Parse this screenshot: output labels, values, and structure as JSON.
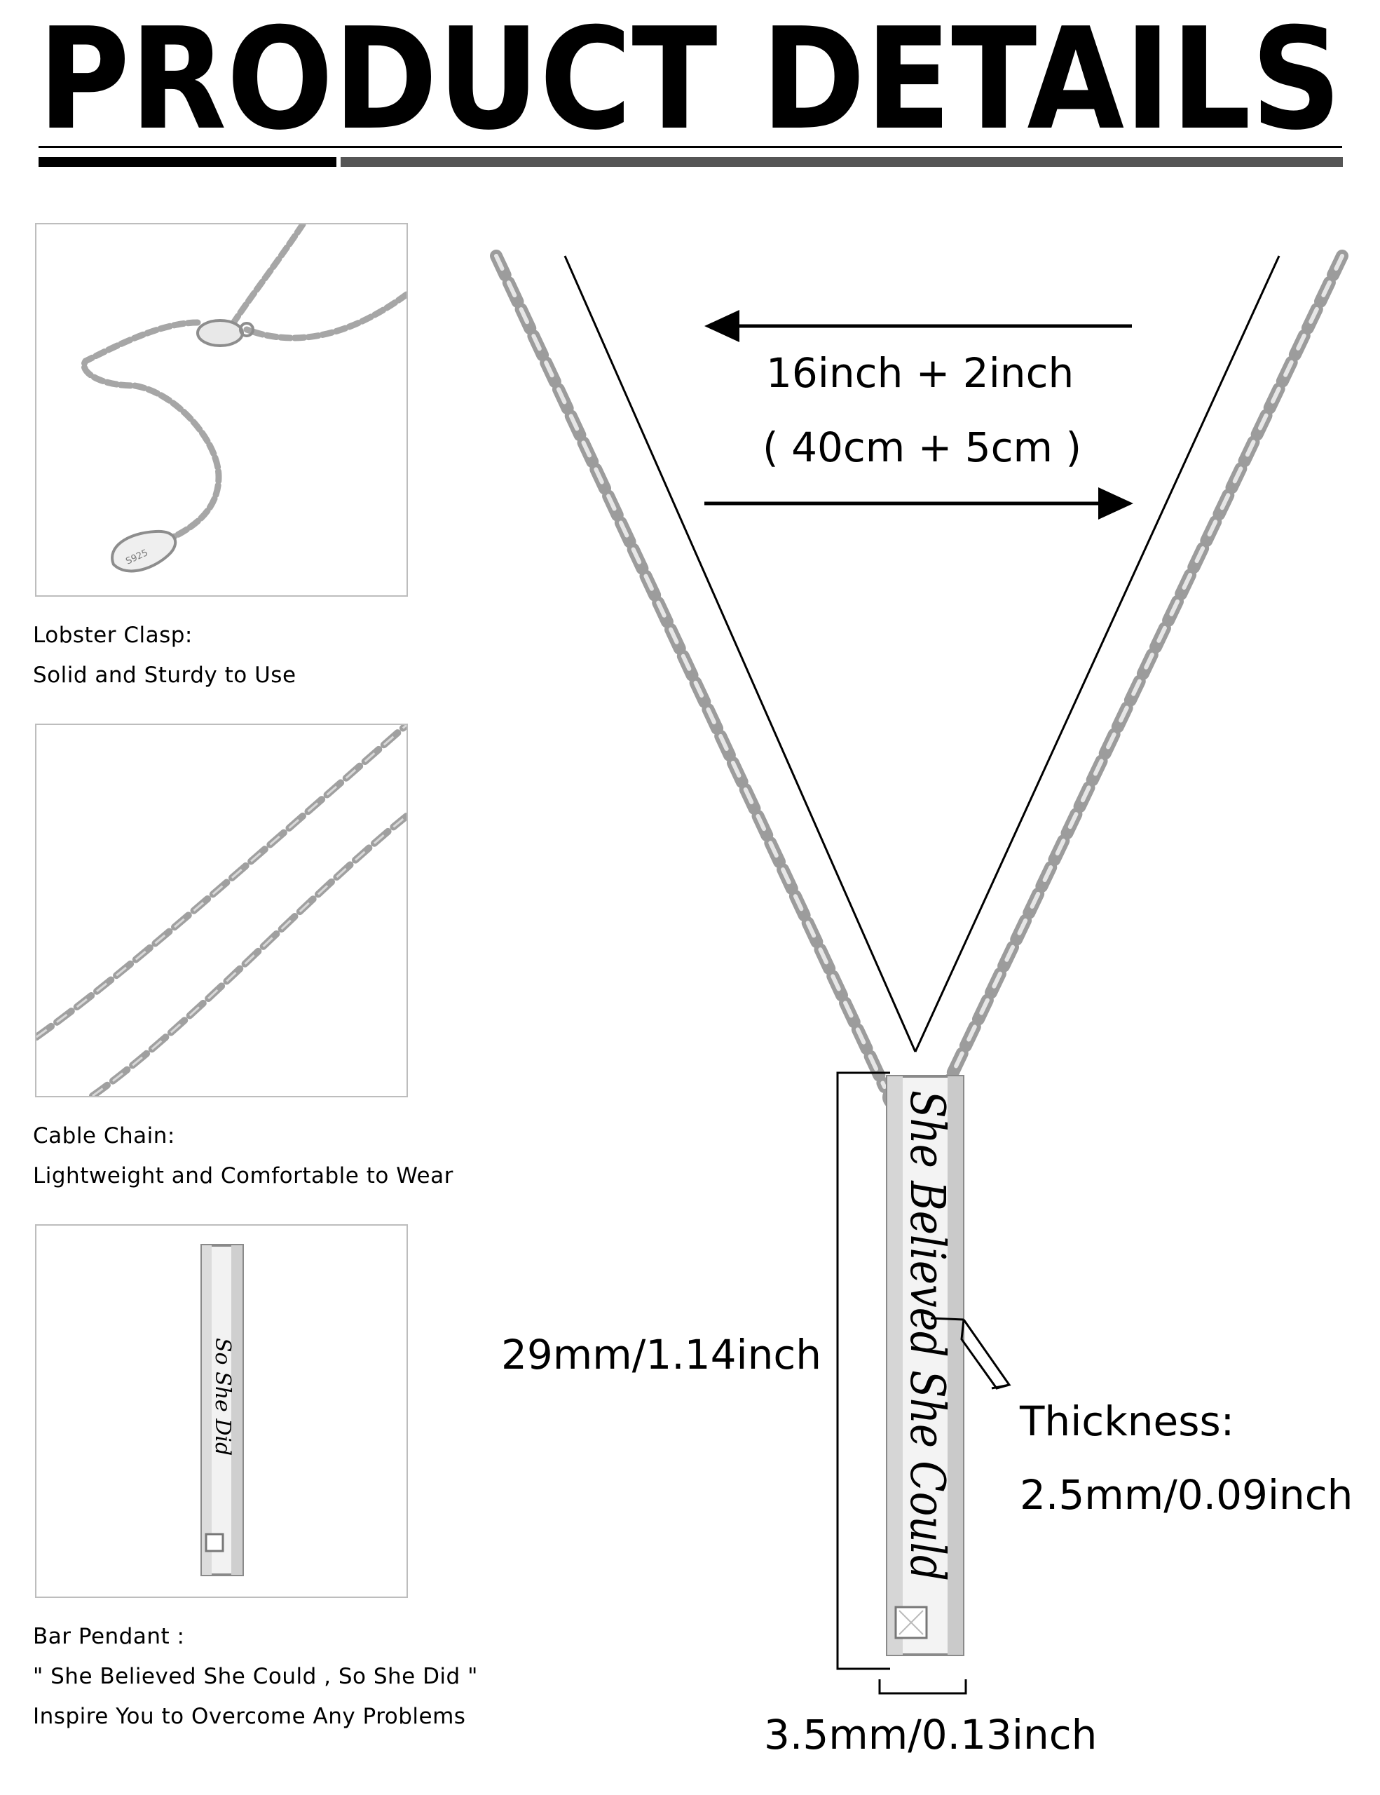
{
  "header": {
    "title": "PRODUCT DETAILS"
  },
  "features": [
    {
      "label": "Lobster Clasp:",
      "desc": "Solid and Sturdy to Use",
      "tag_text": "S925"
    },
    {
      "label": "Cable Chain:",
      "desc": "Lightweight and Comfortable to Wear"
    },
    {
      "label": "Bar Pendant :",
      "desc": "\" She Believed She Could , So She Did \"",
      "extra": "Inspire You to Overcome Any Problems",
      "engraving": "So She Did"
    }
  ],
  "dimensions": {
    "length_inch": "16inch + 2inch",
    "length_cm": "( 40cm + 5cm )",
    "height": "29mm/1.14inch",
    "thickness_label": "Thickness:",
    "thickness_value": "2.5mm/0.09inch",
    "width": "3.5mm/0.13inch"
  },
  "pendant": {
    "engraving": "She Believed She Could"
  },
  "colors": {
    "rule_dark": "#000000",
    "rule_gray": "#555555",
    "frame": "#bdbdbd",
    "silver": "#b8b8b8"
  }
}
